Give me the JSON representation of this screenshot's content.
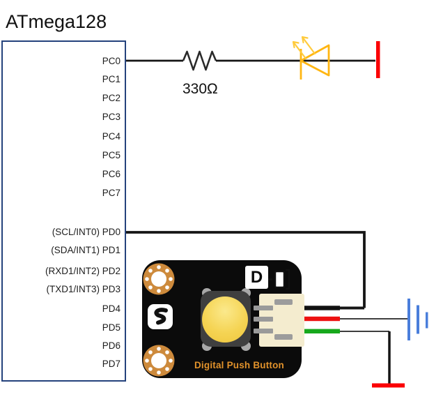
{
  "title": "ATmega128",
  "chip": {
    "pins": [
      "PC0",
      "PC1",
      "PC2",
      "PC3",
      "PC4",
      "PC5",
      "PC6",
      "PC7",
      "(SCL/INT0) PD0",
      "(SDA/INT1) PD1",
      "(RXD1/INT2) PD2",
      "(TXD1/INT3) PD3",
      "PD4",
      "PD5",
      "PD6",
      "PD7"
    ]
  },
  "resistor": {
    "label": "330Ω"
  },
  "module": {
    "label": "Digital Push Button",
    "port_letter": "D"
  },
  "icons": {
    "led": "led-diode-with-emission-arrows",
    "resistor": "zigzag-resistor",
    "ground": "three-bar-ground-symbol",
    "power": "red-power-bar",
    "dfrobot_logo": "stylized-logo-glyph",
    "digital_plug": "connector-plug-icon",
    "mounting_hole": "copper-ring-hole"
  },
  "colors": {
    "chip_border": "#24427C",
    "wire_black": "#151515",
    "led_amber": "#FFB612",
    "power_red": "#FB0005",
    "ground_blue": "#4A7EDB",
    "module_body": "#0B0B0B",
    "copper": "#CD8A3C",
    "button_yellow": "#F5D454",
    "module_text_orange": "#E1922B",
    "wire_red": "#ED1111",
    "wire_green": "#17A81C",
    "connector_beige": "#F4ECCF"
  }
}
